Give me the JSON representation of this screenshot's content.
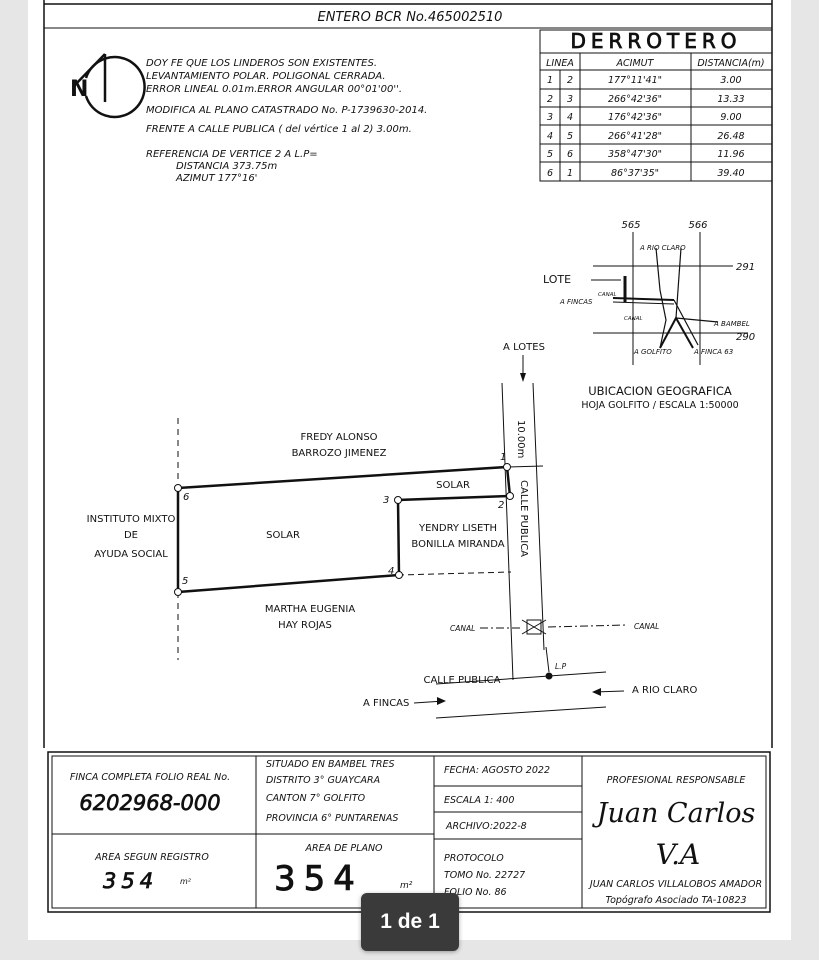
{
  "header": {
    "entero": "ENTERO BCR No.465002510"
  },
  "notes": [
    "DOY FE QUE LOS LINDEROS SON EXISTENTES.",
    "LEVANTAMIENTO POLAR. POLIGONAL CERRADA.",
    "ERROR LINEAL 0.01m.ERROR ANGULAR 00°01'00''.",
    "MODIFICA AL PLANO CATASTRADO No. P-1739630-2014.",
    "FRENTE A CALLE PUBLICA ( del vértice 1 al 2) 3.00m.",
    "REFERENCIA DE VERTICE 2 A L.P=",
    "DISTANCIA 373.75m",
    "AZIMUT 177°16'"
  ],
  "north": {
    "letter": "N"
  },
  "derrotero": {
    "title": "DERROTERO",
    "headers": [
      "LINEA",
      "ACIMUT",
      "DISTANCIA(m)"
    ],
    "rows": [
      {
        "from": "1",
        "to": "2",
        "acimut": "177°11'41\"",
        "dist": "3.00"
      },
      {
        "from": "2",
        "to": "3",
        "acimut": "266°42'36\"",
        "dist": "13.33"
      },
      {
        "from": "3",
        "to": "4",
        "acimut": "176°42'36\"",
        "dist": "9.00"
      },
      {
        "from": "4",
        "to": "5",
        "acimut": "266°41'28\"",
        "dist": "26.48"
      },
      {
        "from": "5",
        "to": "6",
        "acimut": "358°47'30\"",
        "dist": "11.96"
      },
      {
        "from": "6",
        "to": "1",
        "acimut": "86°37'35\"",
        "dist": "39.40"
      }
    ]
  },
  "location_map": {
    "grid_top_left": "565",
    "grid_top_right": "566",
    "grid_right_top": "291",
    "grid_right_bottom": "290",
    "rio_claro": "A RIO CLARO",
    "lote": "LOTE",
    "a_fincas": "A FINCAS",
    "canal_1": "CANAL",
    "canal_2": "CANAL",
    "a_bambel": "A BAMBEL",
    "a_golfito": "A GOLFITO",
    "a_finca63": "A FINCA 63",
    "title": "UBICACION GEOGRAFICA",
    "subtitle": "HOJA GOLFITO / ESCALA 1:50000"
  },
  "plan": {
    "a_lotes": "A LOTES",
    "street_width": "10.00m",
    "calle_publica_v": "CALLE PUBLICA",
    "north_owner_1": "FREDY ALONSO",
    "north_owner_2": "BARROZO JIMENEZ",
    "solar_top": "SOLAR",
    "solar_main": "SOLAR",
    "yendry_1": "YENDRY LISETH",
    "yendry_2": "BONILLA MIRANDA",
    "west_1": "INSTITUTO MIXTO",
    "west_2": "DE",
    "west_3": "AYUDA SOCIAL",
    "south_1": "MARTHA EUGENIA",
    "south_2": "HAY ROJAS",
    "canal_left": "CANAL",
    "canal_right": "CANAL",
    "lp": "L.P",
    "a_fincas": "A FINCAS",
    "calle_publica_h": "CALLE PUBLICA",
    "a_rio_claro": "A RIO CLARO",
    "v1": "1",
    "v2": "2",
    "v3": "3",
    "v4": "4",
    "v5": "5",
    "v6": "6"
  },
  "title_block": {
    "finca_label": "FINCA COMPLETA FOLIO REAL No.",
    "finca_no": "6202968-000",
    "area_reg_label": "AREA SEGUN REGISTRO",
    "area_reg_value": "354",
    "area_reg_unit": "m²",
    "situado_1": "SITUADO EN BAMBEL TRES",
    "situado_2": "DISTRITO  3° GUAYCARA",
    "situado_3": "CANTON  7° GOLFITO",
    "situado_4": "PROVINCIA  6° PUNTARENAS",
    "area_plano_label": "AREA DE PLANO",
    "area_plano_value": "354",
    "area_plano_unit": "m²",
    "fecha": "FECHA: AGOSTO 2022",
    "escala": "ESCALA  1: 400",
    "archivo": "ARCHIVO:2022-8",
    "protocolo": "PROTOCOLO",
    "tomo": "TOMO No. 22727",
    "folio": "FOLIO No. 86",
    "profesional_label": "PROFESIONAL  RESPONSABLE",
    "signature_1": "Juan Carlos",
    "signature_2": "V.A",
    "professional_name": "JUAN CARLOS VILLALOBOS AMADOR",
    "professional_title": "Topógrafo Asociado  TA-10823"
  },
  "pager": {
    "label": "1 de 1"
  }
}
